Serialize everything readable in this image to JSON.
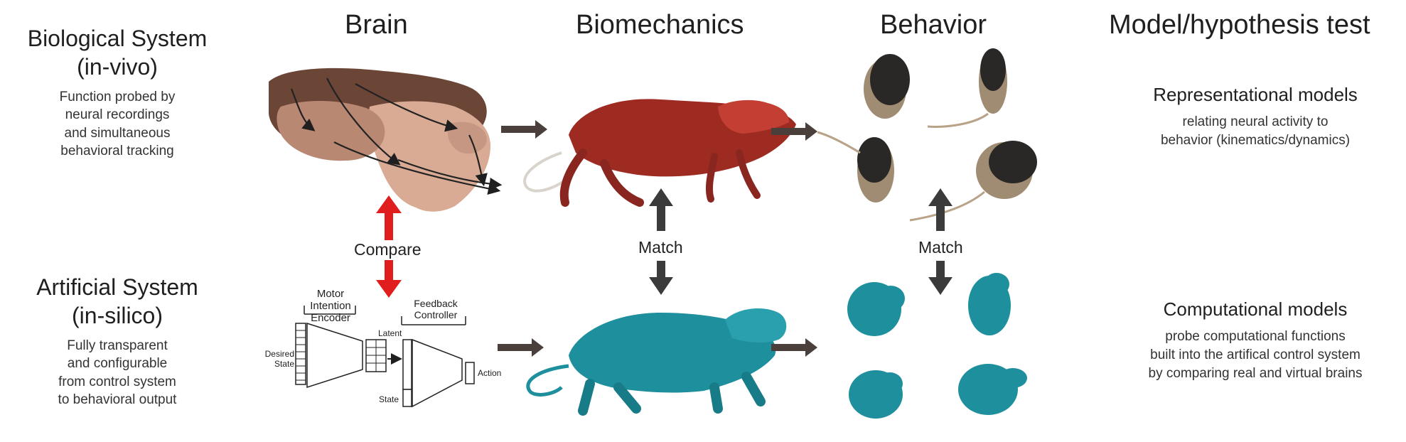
{
  "columns": {
    "brain": "Brain",
    "biomechanics": "Biomechanics",
    "behavior": "Behavior",
    "model": "Model/hypothesis test"
  },
  "biological": {
    "title_line1": "Biological System",
    "title_line2": "(in-vivo)",
    "desc": [
      "Function probed by",
      "neural recordings",
      "and simultaneous",
      "behavioral tracking"
    ]
  },
  "artificial": {
    "title_line1": "Artificial System",
    "title_line2": "(in-silico)",
    "desc": [
      "Fully transparent",
      "and configurable",
      "from control system",
      "to behavioral output"
    ]
  },
  "links": {
    "compare": "Compare",
    "match_biomech": "Match",
    "match_behavior": "Match"
  },
  "network": {
    "encoder_label_1": "Motor Intention",
    "encoder_label_2": "Encoder",
    "controller_label_1": "Feedback",
    "controller_label_2": "Controller",
    "desired_state_1": "Desired",
    "desired_state_2": "State",
    "latent": "Latent",
    "state": "State",
    "action": "Action"
  },
  "models": {
    "representational_title": "Representational models",
    "representational_desc": [
      "relating neural activity to",
      "behavior (kinematics/dynamics)"
    ],
    "computational_title": "Computational models",
    "computational_desc": [
      "probe computational functions",
      "built into the artifical control system",
      "by comparing real and virtual brains"
    ]
  },
  "colors": {
    "brain_dark": "#6b4536",
    "brain_mid": "#a87a66",
    "brain_light": "#d9ab95",
    "muscle": "#9e2b22",
    "rodent_dark": "#2a2826",
    "rodent_tan": "#a08c72",
    "virtual_teal": "#1e8f9c",
    "flow_arrow": "#4a3f3b",
    "compare_arrow": "#e01e1e",
    "match_arrow": "#3b3b3b"
  }
}
